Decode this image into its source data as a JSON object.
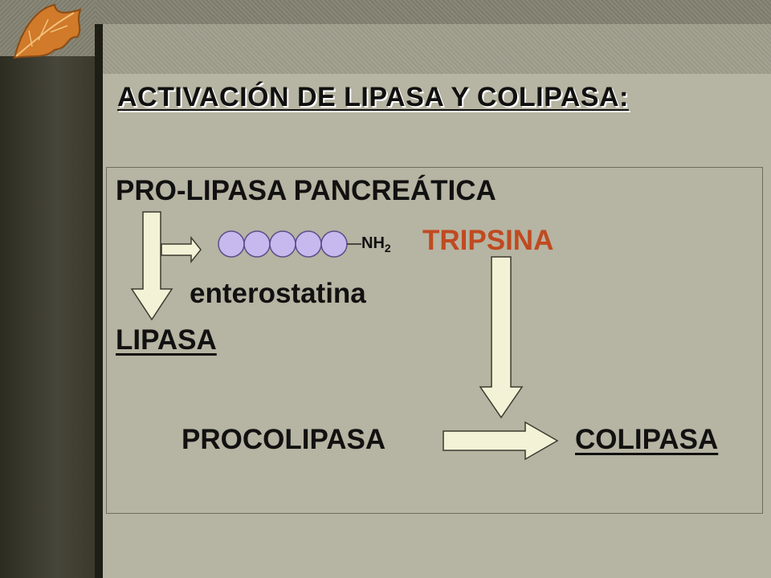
{
  "slide": {
    "title": "ACTIVACIÓN DE LIPASA Y COLIPASA:",
    "prolipasa": "PRO-LIPASA PANCREÁTICA",
    "nh2_main": "NH",
    "nh2_sub": "2",
    "tripsina": "TRIPSINA",
    "enterostatina": "enterostatina",
    "lipasa": "LIPASA",
    "procolipasa": "PROCOLIPASA",
    "colipasa": "COLIPASA"
  },
  "colors": {
    "panel": "#b6b4a2",
    "arrow_fill": "#f4f2d6",
    "peptide_bead": "#c7b8ee",
    "tripsina_text": "#c04a20"
  },
  "icons": [
    "leaf-icon",
    "peptide-chain-icon",
    "arrow-icon"
  ]
}
